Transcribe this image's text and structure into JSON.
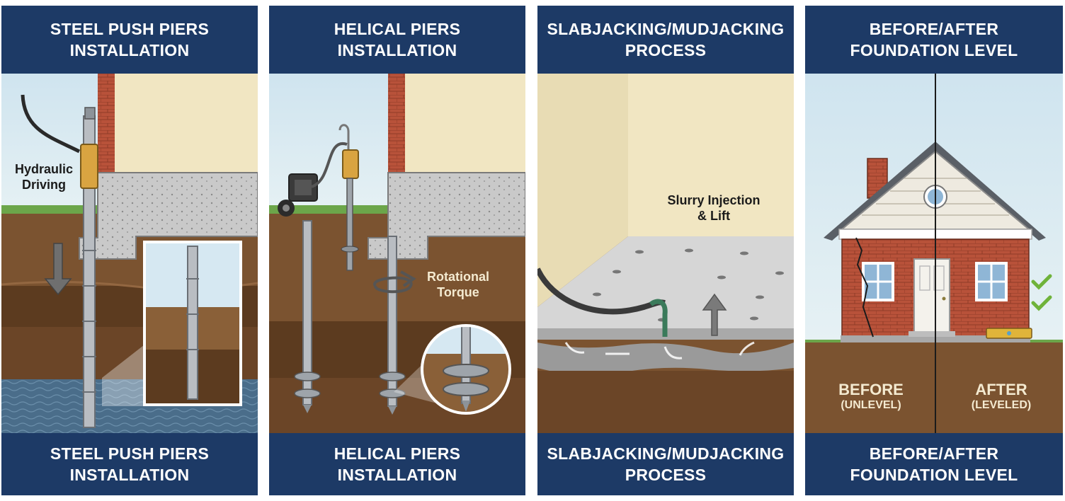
{
  "panels": [
    {
      "title": [
        "STEEL PUSH PIERS",
        "INSTALLATION"
      ],
      "caption": [
        "STEEL PUSH PIERS",
        "INSTALLATION"
      ],
      "callouts": [
        "Hydraulic",
        "Driving"
      ]
    },
    {
      "title": [
        "HELICAL PIERS",
        "INSTALLATION"
      ],
      "caption": [
        "HELICAL PIERS",
        "INSTALLATION"
      ],
      "callouts": [
        "Rotational",
        "Torque"
      ]
    },
    {
      "title": [
        "SLABJACKING/MUDJACKING",
        "PROCESS"
      ],
      "caption": [
        "SLABJACKING/MUDJACKING",
        "PROCESS"
      ],
      "callouts": [
        "Slurry Injection",
        "& Lift"
      ]
    },
    {
      "title": [
        "BEFORE/AFTER",
        "FOUNDATION LEVEL"
      ],
      "caption": [
        "BEFORE/AFTER",
        "FOUNDATION LEVEL"
      ],
      "before_label": "BEFORE",
      "before_sub": "(UNLEVEL)",
      "after_label": "AFTER",
      "after_sub": "(LEVELED)"
    }
  ],
  "colors": {
    "banner": "#1d3a66",
    "sky": "#d6e8f2",
    "wall": "#f1e6c2",
    "brick": "#b8523a",
    "soil": "#7a5230",
    "concrete": "#c7c7c7",
    "check": "#6fb33a"
  }
}
